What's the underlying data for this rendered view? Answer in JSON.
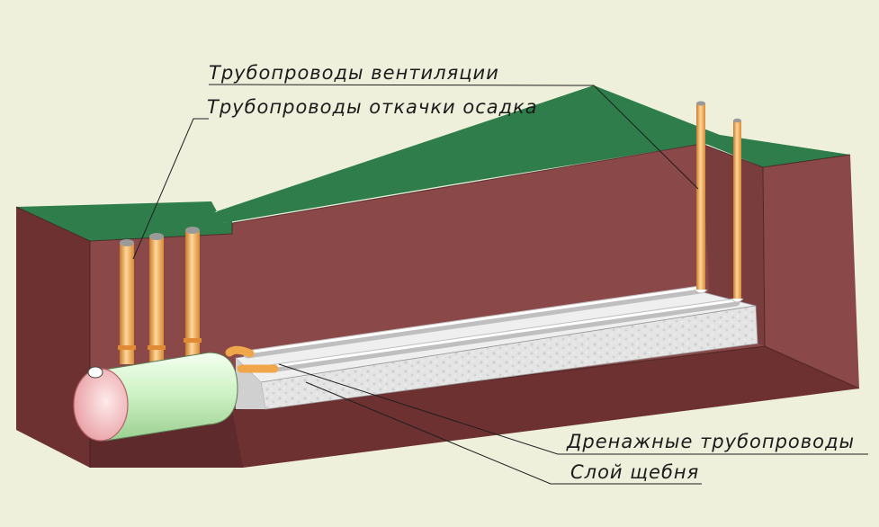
{
  "diagram": {
    "labels": {
      "ventilation_pipes": "Трубопроводы вентиляции",
      "sludge_pumping_pipes": "Трубопроводы откачки осадка",
      "drainage_pipes": "Дренажные трубопроводы",
      "gravel_layer": "Слой щебня"
    },
    "colors": {
      "background": "#eef0dc",
      "grass": "#2e7d4a",
      "soil_front": "#6e3132",
      "soil_wall": "#8a4849",
      "gravel": "#e6e6e6",
      "pipe_orange": "#f0a64a",
      "tank_green": "#c9efc0"
    }
  }
}
